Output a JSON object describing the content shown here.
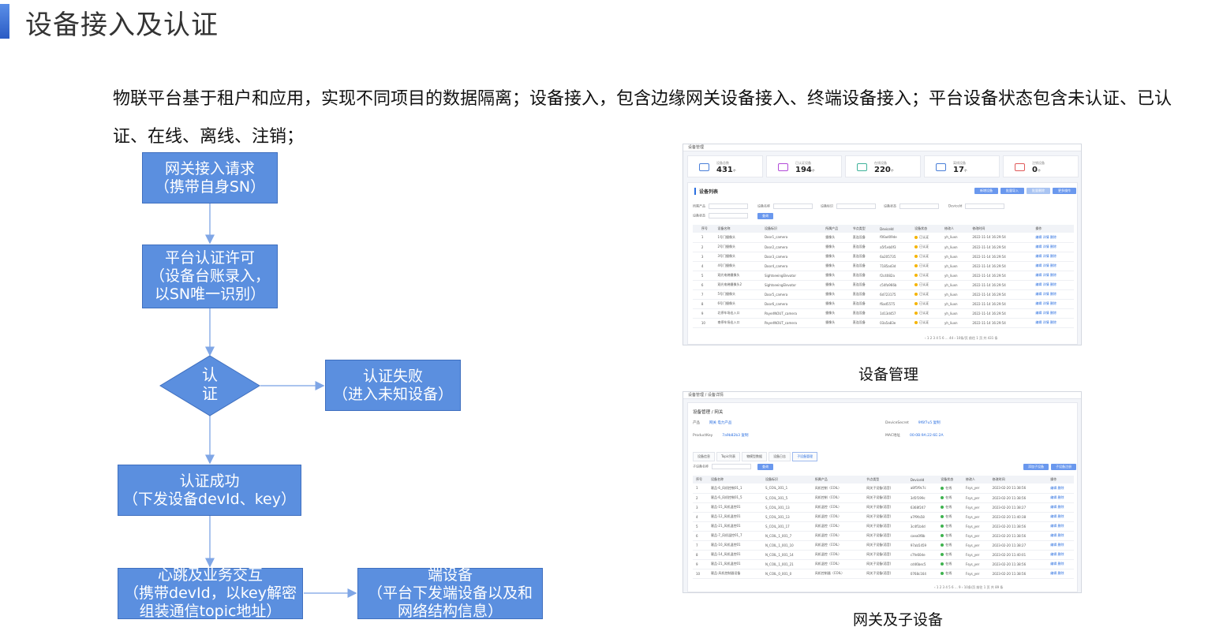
{
  "slide": {
    "title": "设备接入及认证",
    "intro": "物联平台基于租户和应用，实现不同项目的数据隔离；设备接入，包含边缘网关设备接入、终端设备接入；平台设备状态包含未认证、已认证、在线、离线、注销；"
  },
  "flow": {
    "n1": [
      "网关接入请求",
      "（携带自身SN）"
    ],
    "n2": [
      "平台认证许可",
      "（设备台账录入，",
      "以SN唯一识别）"
    ],
    "decision": [
      "认",
      "证"
    ],
    "fail": [
      "认证失败",
      "（进入未知设备）"
    ],
    "success": [
      "认证成功",
      "（下发设备devId、key）"
    ],
    "heartbeat": [
      "心跳及业务交互",
      "（携带devId，以key解密",
      "组装通信topic地址）"
    ],
    "endpoint": [
      "端设备",
      "（平台下发端设备以及和",
      "网络结构信息）"
    ]
  },
  "captions": {
    "device_mgmt": "设备管理",
    "gateway": "网关及子设备"
  },
  "shot1": {
    "breadcrumb": "设备管理",
    "stats": [
      {
        "label": "设备总数",
        "value": "431",
        "unit": "个",
        "color": "#4a7fd8"
      },
      {
        "label": "已认证设备",
        "value": "194",
        "unit": "个",
        "color": "#b24ad8"
      },
      {
        "label": "在线设备",
        "value": "220",
        "unit": "个",
        "color": "#3fb39a"
      },
      {
        "label": "离线设备",
        "value": "17",
        "unit": "个",
        "color": "#4a7fd8"
      },
      {
        "label": "注销设备",
        "value": "0",
        "unit": "个",
        "color": "#e05a5a"
      }
    ],
    "panel_title": "设备列表",
    "buttons": [
      "新增设备",
      "批量导入",
      "批量删除",
      "更多操作"
    ],
    "filters": [
      "所属产品",
      "设备名称",
      "设备标识",
      "设备状态",
      "DeviceId",
      "设备状态"
    ],
    "search": "查询",
    "columns": [
      "",
      "序号",
      "设备名称",
      "设备标识",
      "所属产品",
      "节点类型",
      "DeviceId",
      "设备状态",
      "修改人",
      "修改时间",
      "操作"
    ],
    "rows": [
      [
        "",
        "1",
        "1号门摄像头",
        "Door1_camera",
        "摄像头",
        "直连设备",
        "f06ad09de",
        "已认证",
        "yh_liuxn",
        "2022-11-14 16:29:54",
        "编辑 详情 删除"
      ],
      [
        "",
        "2",
        "2号门摄像头",
        "Door2_camera",
        "摄像头",
        "直连设备",
        "a5f1eb0f3",
        "已认证",
        "yh_liuxn",
        "2022-11-14 16:29:54",
        "编辑 详情 删除"
      ],
      [
        "",
        "3",
        "3号门摄像头",
        "Door3_camera",
        "摄像头",
        "直连设备",
        "6a205735",
        "已认证",
        "yh_liuxn",
        "2022-11-14 16:29:54",
        "编辑 详情 删除"
      ],
      [
        "",
        "4",
        "4号门摄像头",
        "Door4_camera",
        "摄像头",
        "直连设备",
        "7185ad3d",
        "已认证",
        "yh_liuxn",
        "2022-11-14 16:29:54",
        "编辑 详情 删除"
      ],
      [
        "",
        "5",
        "观光电梯摄像头",
        "SightseeingElevator",
        "摄像头",
        "直连设备",
        "f2c4082a",
        "已认证",
        "yh_liuxn",
        "2022-11-14 16:29:54",
        "编辑 详情 删除"
      ],
      [
        "",
        "6",
        "观光电梯摄像头2",
        "SightseeingElevator",
        "摄像头",
        "直连设备",
        "c54fa966b",
        "已认证",
        "yh_liuxn",
        "2022-11-14 16:29:54",
        "编辑 详情 删除"
      ],
      [
        "",
        "7",
        "5号门摄像头",
        "Door5_camera",
        "摄像头",
        "直连设备",
        "6d723175",
        "已认证",
        "yh_liuxn",
        "2022-11-14 16:29:54",
        "编辑 详情 删除"
      ],
      [
        "",
        "8",
        "6号门摄像头",
        "Door6_camera",
        "摄像头",
        "直连设备",
        "f6ad5575",
        "已认证",
        "yh_liuxn",
        "2022-11-14 16:29:54",
        "编辑 详情 删除"
      ],
      [
        "",
        "9",
        "北停车场出入口",
        "PayerINOUT_camera",
        "摄像头",
        "直连设备",
        "1d13d457",
        "已认证",
        "yh_liuxn",
        "2022-11-14 16:29:54",
        "编辑 详情 删除"
      ],
      [
        "",
        "10",
        "南停车场出入口",
        "PayerINOUT_camera",
        "摄像头",
        "直连设备",
        "03a5a83e",
        "已认证",
        "yh_liuxn",
        "2022-11-14 16:29:54",
        "编辑 详情 删除"
      ]
    ],
    "pager": "‹  1  2  3  4  5  6  …  44  ›      10条/页      前往  1  页  共 431 条"
  },
  "shot2": {
    "breadcrumb": "设备管理 / 设备详情",
    "header": "设备管理 / 网关",
    "kv": [
      {
        "k": "产品",
        "v": "网关  电力产品"
      },
      {
        "k": "DeviceSecret",
        "v": "9f6f7u5  复制"
      },
      {
        "k": "ProductKey",
        "v": "7a9b82b3  复制"
      },
      {
        "k": "MAC地址",
        "v": "00:0B:9A:22:6E:2A"
      }
    ],
    "tabs": [
      "设备信息",
      "Topic列表",
      "物模型数据",
      "设备日志",
      "子设备管理"
    ],
    "filter": "子设备名称",
    "search": "查询",
    "buttons": [
      "添加子设备",
      "子设备注册"
    ],
    "columns": [
      "序号",
      "设备名称",
      "设备标识",
      "所属产品",
      "节点类型",
      "DeviceId",
      "设备状态",
      "修改人",
      "修改时间",
      "操作"
    ],
    "rows": [
      [
        "1",
        "裹品-6_风机控制01_1",
        "S_COIL_301_1",
        "风机控制（COIL）",
        "网关子设备(语音)",
        "a8f5f9c7c",
        "在线",
        "Fsys_yer",
        "2023-02-20 11:38:56",
        "编辑 删除"
      ],
      [
        "2",
        "裹品-6_风机控制01_5",
        "S_COIL_301_5",
        "风机控制（COIL）",
        "网关子设备(语音)",
        "3d5f199c",
        "在线",
        "Fsys_yer",
        "2023-02-20 11:38:56",
        "编辑 删除"
      ],
      [
        "3",
        "裹品-15_风机温控01",
        "S_COIL_301_13",
        "风机温控（COIL）",
        "网关子设备(语音)",
        "6368f247",
        "在线",
        "Fsys_yer",
        "2023-02-20 11:38:27",
        "编辑 删除"
      ],
      [
        "4",
        "裹品-12_风机温控01",
        "S_COIL_301_13",
        "风机温控（COIL）",
        "网关子设备(语音)",
        "a7f9fa58",
        "在线",
        "Fsys_yer",
        "2023-02-20 11:40:38",
        "编辑 删除"
      ],
      [
        "5",
        "裹品-21_风机温控01",
        "S_COIL_301_17",
        "风机温控（COIL）",
        "网关子设备(语音)",
        "3c4f1b4d",
        "在线",
        "Fsys_yer",
        "2023-02-20 11:38:56",
        "编辑 删除"
      ],
      [
        "6",
        "裹品-7_风机温控01_7",
        "N_COIL_1_001_7",
        "风机温控（COIL）",
        "网关子设备(语音)",
        "caea0f8b",
        "在线",
        "Fsys_yer",
        "2023-02-20 11:38:56",
        "编辑 删除"
      ],
      [
        "7",
        "裹品-10_风机温控01",
        "N_COIL_1_001_10",
        "风机温控（COIL）",
        "网关子设备(语音)",
        "97ab5459",
        "在线",
        "Fsys_yer",
        "2023-02-20 11:38:27",
        "编辑 删除"
      ],
      [
        "8",
        "裹品-14_风机温控01",
        "N_COIL_1_001_14",
        "风机温控（COIL）",
        "网关子设备(语音)",
        "c7fe60de",
        "在线",
        "Fsys_yer",
        "2023-02-20 11:40:01",
        "编辑 删除"
      ],
      [
        "9",
        "裹品-21_风机温控01",
        "N_COIL_1_001_21",
        "风机温控（COIL）",
        "网关子设备(语音)",
        "cd46bec5",
        "在线",
        "Fsys_yer",
        "2023-02-20 11:38:56",
        "编辑 删除"
      ],
      [
        "10",
        "裹品-风机控制器设备",
        "N_COIL_0_001_0",
        "风机控制器（COIL）",
        "网关子设备(语音)",
        "0768c164",
        "在线",
        "Fsys_yer",
        "2023-02-20 11:38:56",
        "编辑 删除"
      ]
    ],
    "pager": "‹  1  2  3  4  5  6  …  9  ›      10条/页      前往  1  页  共 89 条"
  }
}
